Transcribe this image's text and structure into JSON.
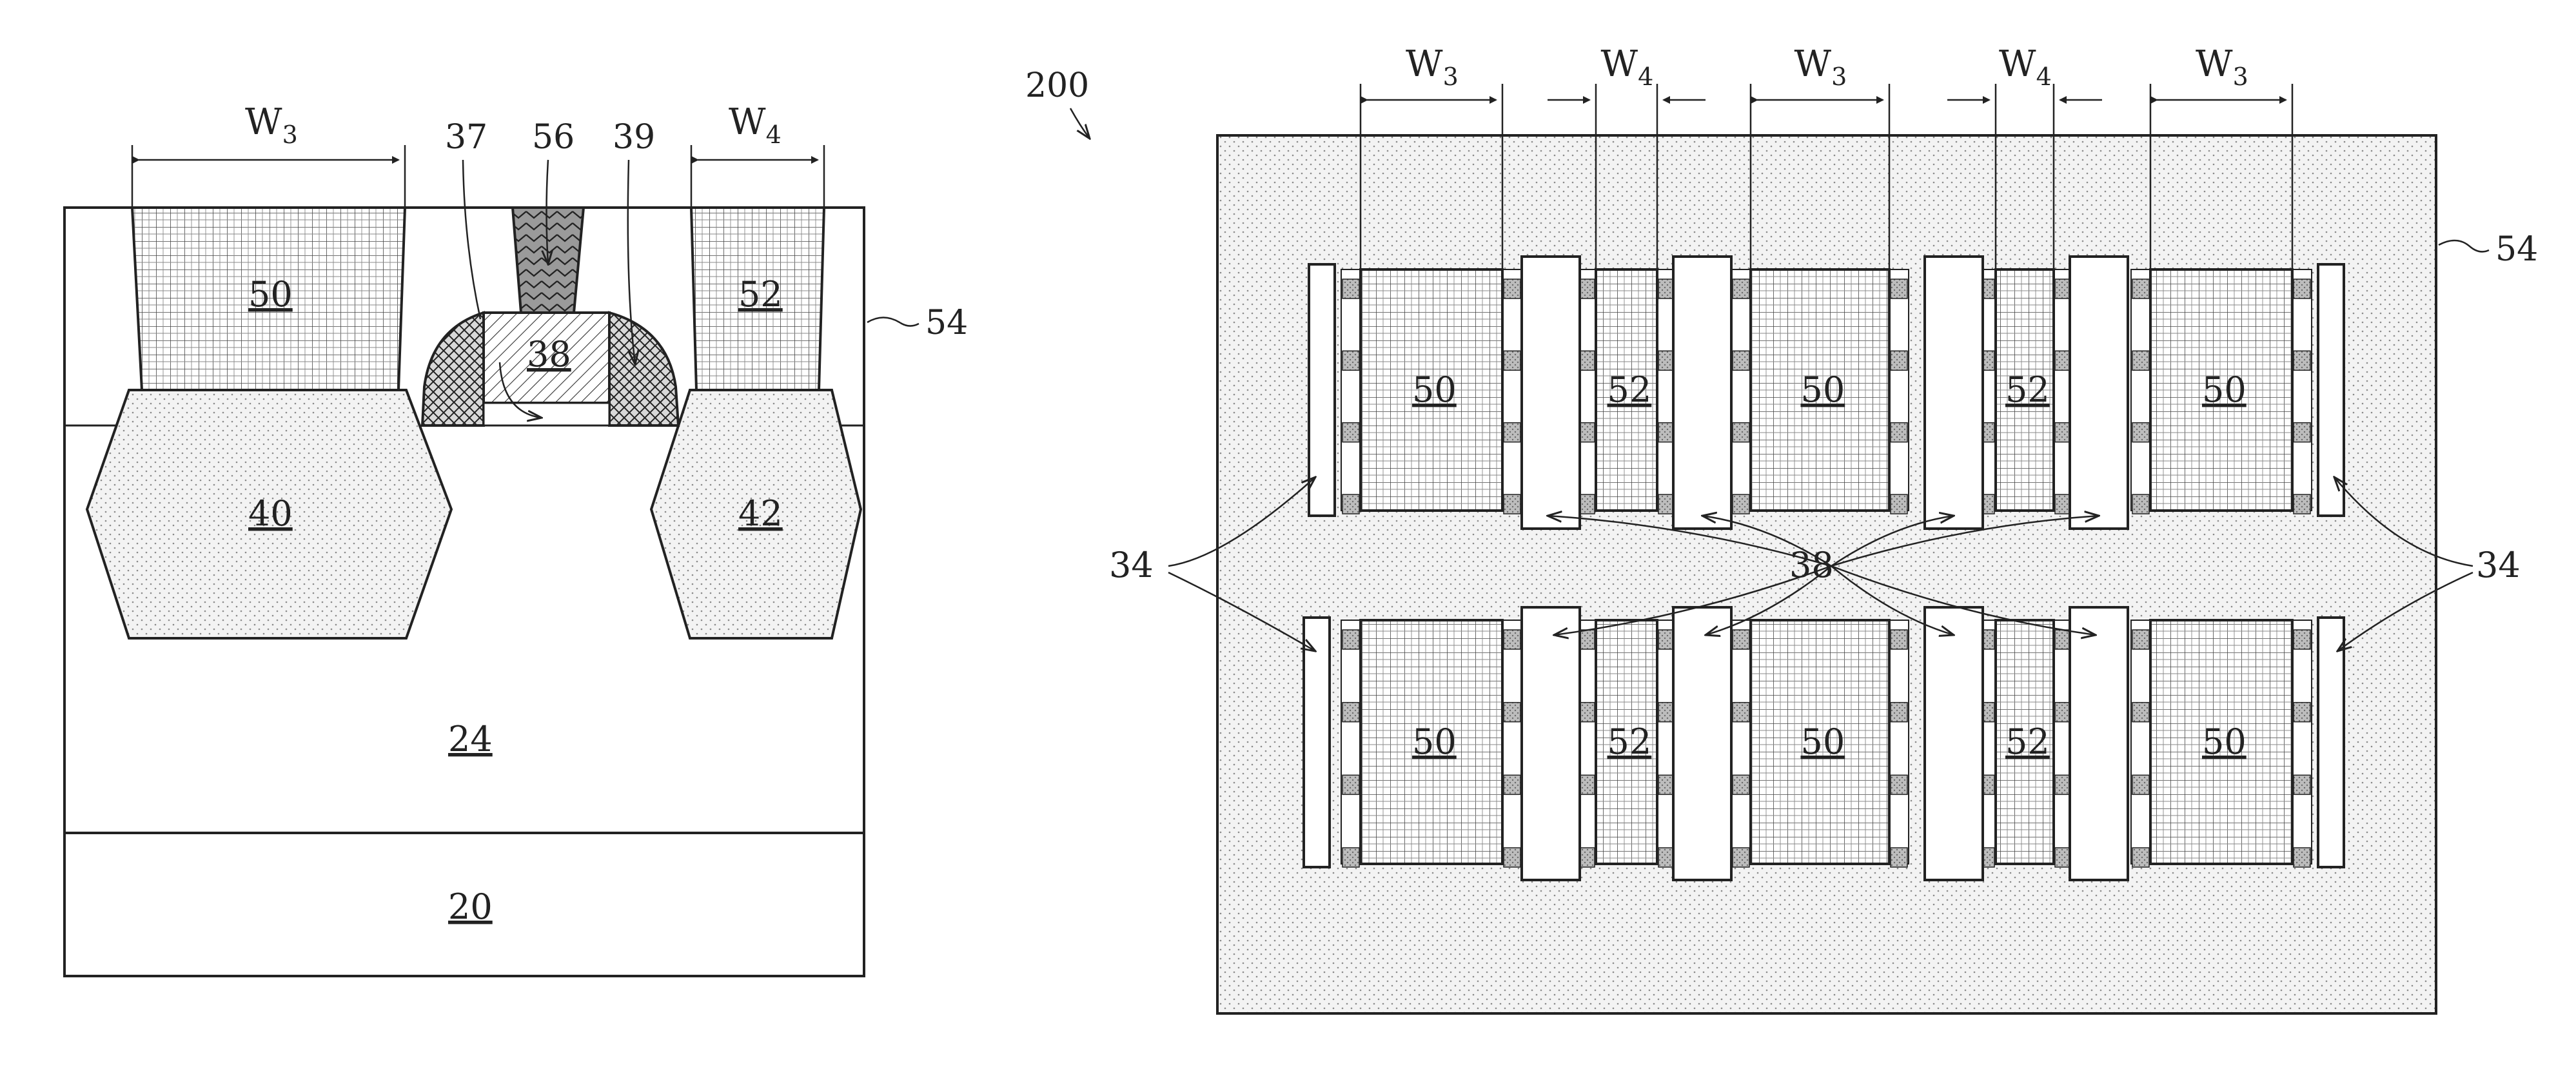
{
  "figure": {
    "label_200": "200",
    "left_view": {
      "labels": {
        "dim_w3": "W",
        "dim_w3_sub": "3",
        "dim_w4": "W",
        "dim_w4_sub": "4",
        "n37": "37",
        "n56": "56",
        "n39": "39",
        "n50": "50",
        "n52": "52",
        "n38": "38",
        "n40": "40",
        "n42": "42",
        "n24": "24",
        "n20": "20",
        "n54": "54"
      }
    },
    "right_view": {
      "dims": [
        {
          "text": "W",
          "sub": "3"
        },
        {
          "text": "W",
          "sub": "4"
        },
        {
          "text": "W",
          "sub": "3"
        },
        {
          "text": "W",
          "sub": "4"
        },
        {
          "text": "W",
          "sub": "3"
        }
      ],
      "row1_labels": [
        "50",
        "52",
        "50",
        "52",
        "50"
      ],
      "row2_labels": [
        "50",
        "52",
        "50",
        "52",
        "50"
      ],
      "n38": "38",
      "n34_left": "34",
      "n34_right": "34",
      "n54": "54"
    }
  }
}
